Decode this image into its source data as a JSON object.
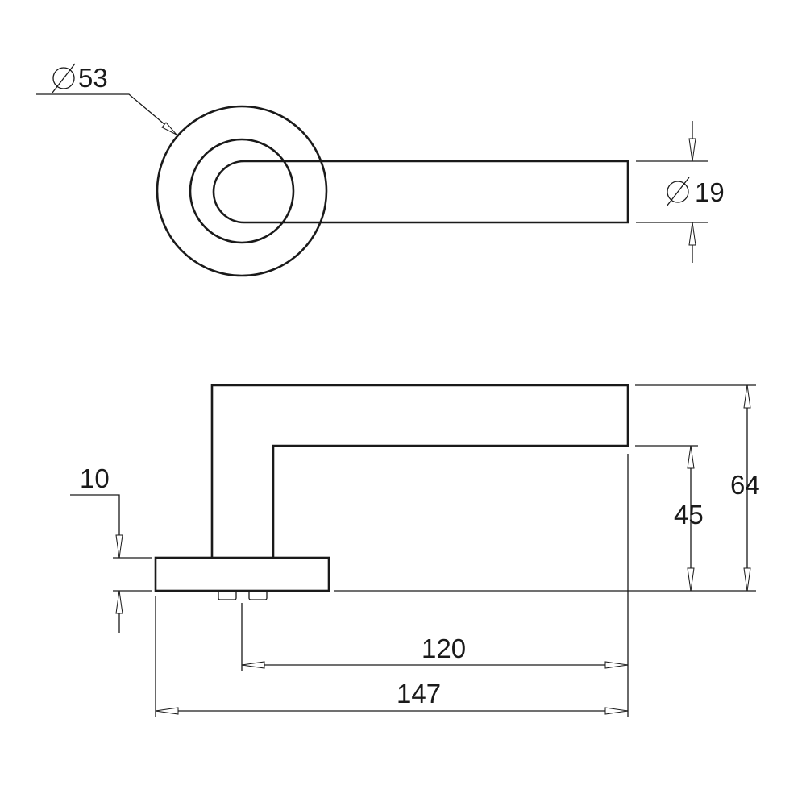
{
  "top_view": {
    "rose_diameter_label": "53",
    "lever_diameter_label": "19"
  },
  "side_view": {
    "rose_thickness_label": "10",
    "lever_inner_height_label": "45",
    "overall_height_label": "64",
    "spindle_to_tip_label": "120",
    "overall_length_label": "147"
  },
  "colors": {
    "line": "#1a1a1a",
    "background": "#ffffff"
  }
}
